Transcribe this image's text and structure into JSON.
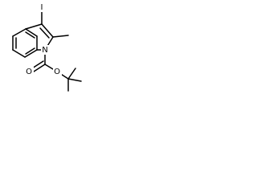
{
  "atoms": {
    "iodine": "I",
    "nitrogen": "N",
    "carbonyl_oxygen": "O",
    "ester_oxygen": "O"
  },
  "colors": {
    "bond": "#000000",
    "background": "#ffffff"
  }
}
